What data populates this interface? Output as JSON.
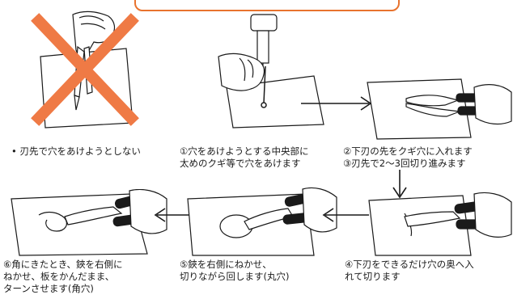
{
  "banner": {
    "color": "#e8732e"
  },
  "colors": {
    "cross": "#ef7a45",
    "line": "#1a1a1a",
    "grip": "#1a1a1a"
  },
  "steps": {
    "dont": {
      "lines": [
        "• 刃先で穴をあけようとしない"
      ]
    },
    "s1": {
      "lines": [
        "①穴をあけようとする中央部に",
        "太めのクギ等で穴をあけます"
      ]
    },
    "s23": {
      "lines": [
        "②下刃の先をクギ穴に入れます",
        "③刃先で2～3回切り進みます"
      ]
    },
    "s4": {
      "lines": [
        "④下刃をできるだけ穴の奥へ入",
        "れて切ります"
      ]
    },
    "s5": {
      "lines": [
        "⑤鋏を右側にねかせ、",
        "切りながら回します(丸穴)"
      ]
    },
    "s6": {
      "lines": [
        "⑥角にきたとき、鋏を右側に",
        "ねかせ、板をかんだまま、",
        "ターンさせます(角穴)"
      ]
    }
  },
  "icons": [
    "cross-mark-icon",
    "hammer-icon",
    "nail-icon",
    "hand-icon",
    "snips-icon",
    "arrow-right-icon",
    "arrow-down-icon",
    "arrow-left-icon"
  ]
}
